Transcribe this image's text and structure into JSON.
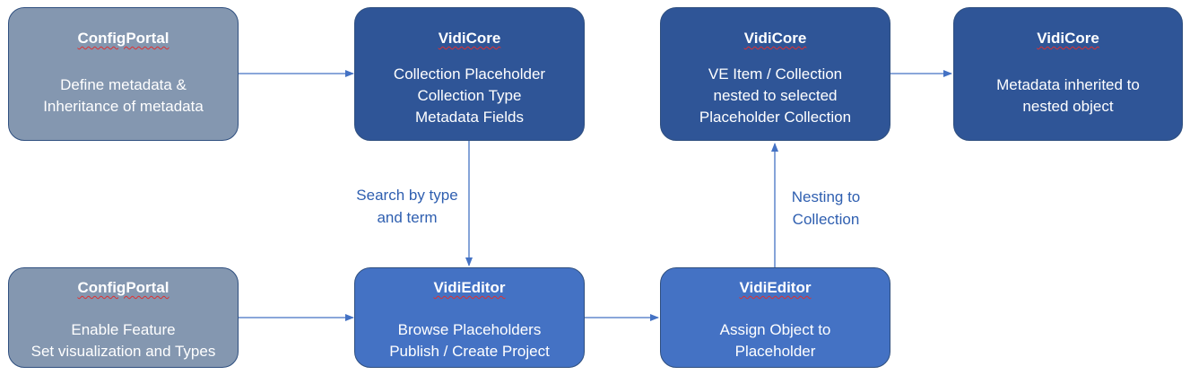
{
  "boxes": {
    "config_portal_top": {
      "title": "ConfigPortal",
      "lines": [
        "Define metadata &",
        "Inheritance of metadata"
      ]
    },
    "vidicore_1": {
      "title": "VidiCore",
      "lines": [
        "Collection Placeholder",
        "Collection Type",
        "Metadata Fields"
      ]
    },
    "vidicore_2": {
      "title": "VidiCore",
      "lines": [
        "VE Item / Collection",
        "nested to selected",
        "Placeholder Collection"
      ]
    },
    "vidicore_3": {
      "title": "VidiCore",
      "lines": [
        "Metadata inherited to",
        "nested object"
      ]
    },
    "config_portal_bottom": {
      "title": "ConfigPortal",
      "lines": [
        "Enable Feature",
        "Set visualization and Types"
      ]
    },
    "vidieditor_1": {
      "title": "VidiEditor",
      "lines": [
        "Browse Placeholders",
        "Publish / Create Project"
      ]
    },
    "vidieditor_2": {
      "title": "VidiEditor",
      "lines": [
        "Assign Object to",
        "Placeholder"
      ]
    }
  },
  "edge_labels": {
    "search": [
      "Search by type",
      "and term"
    ],
    "nesting": [
      "Nesting to",
      "Collection"
    ]
  },
  "colors": {
    "config_portal_fill": "#8497b0",
    "vidicore_fill": "#2f5597",
    "vidieditor_fill": "#4472c4",
    "connector": "#4472c4",
    "edge_label_text": "#2f5fb0"
  }
}
